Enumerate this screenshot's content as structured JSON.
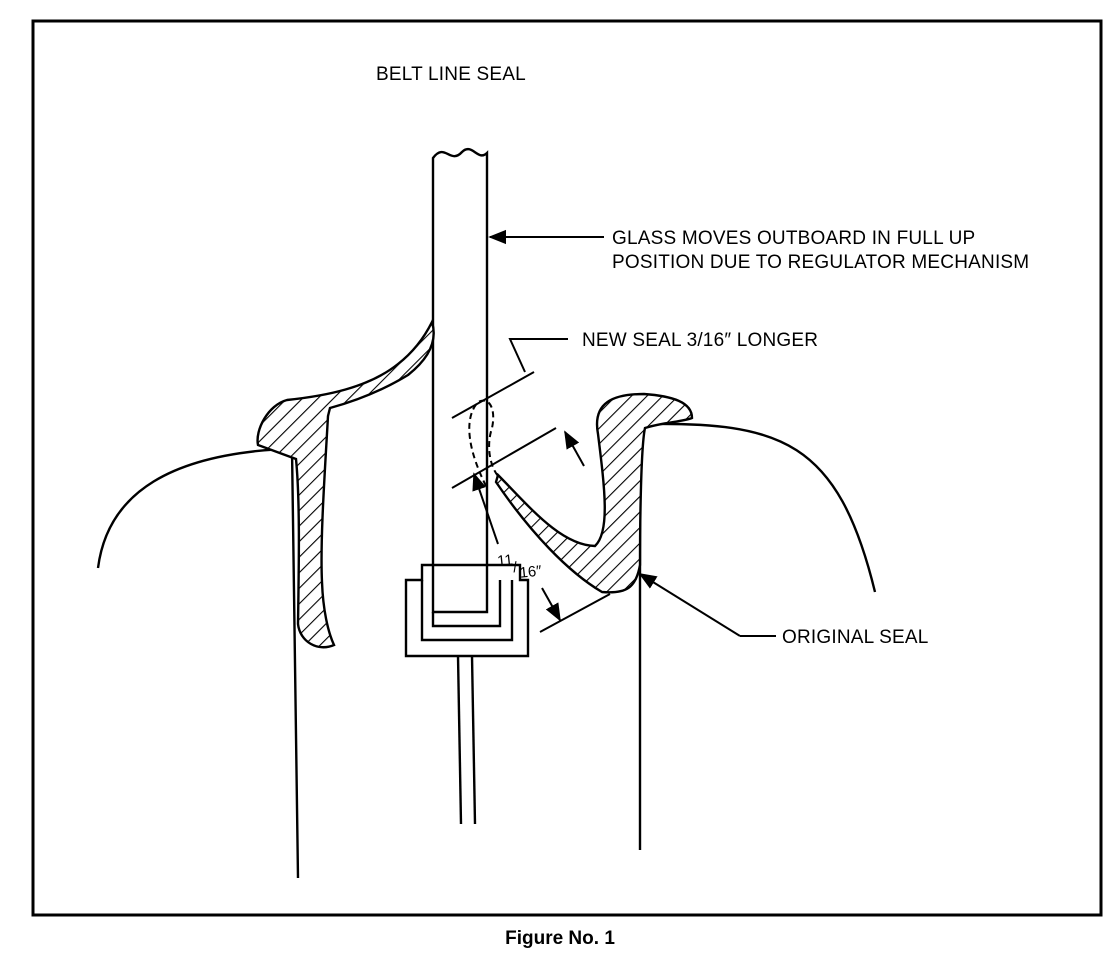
{
  "title": "BELT LINE SEAL",
  "labels": {
    "glass_line1": "GLASS MOVES OUTBOARD IN FULL UP",
    "glass_line2": "POSITION DUE TO REGULATOR MECHANISM",
    "new_seal": "NEW SEAL 3/16″ LONGER",
    "original_seal": "ORIGINAL SEAL"
  },
  "dimension": {
    "numerator": "11",
    "slash": "/",
    "denominator": "16″"
  },
  "caption": "Figure No. 1",
  "colors": {
    "ink": "#000000",
    "paper": "#ffffff"
  }
}
